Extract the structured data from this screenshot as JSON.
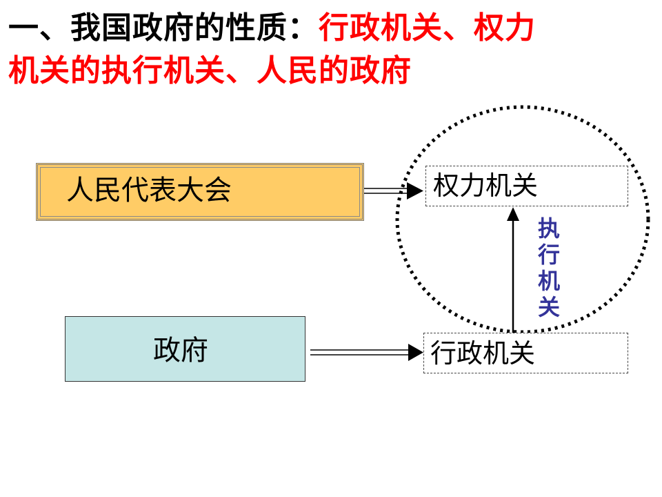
{
  "title": {
    "prefix": "一、我国政府的性质：",
    "highlight_line1": "行政机关、权力",
    "highlight_line2": "机关的执行机关、人民的政府"
  },
  "nodes": {
    "npc": "人民代表大会",
    "government": "政府",
    "power_organ": "权力机关",
    "administrative_organ": "行政机关",
    "executive_label": "执行机关"
  },
  "colors": {
    "title_black": "#000000",
    "title_red": "#ff0000",
    "npc_fill": "#ffcc66",
    "gov_fill": "#c5e6e6",
    "exec_label": "#333399"
  }
}
